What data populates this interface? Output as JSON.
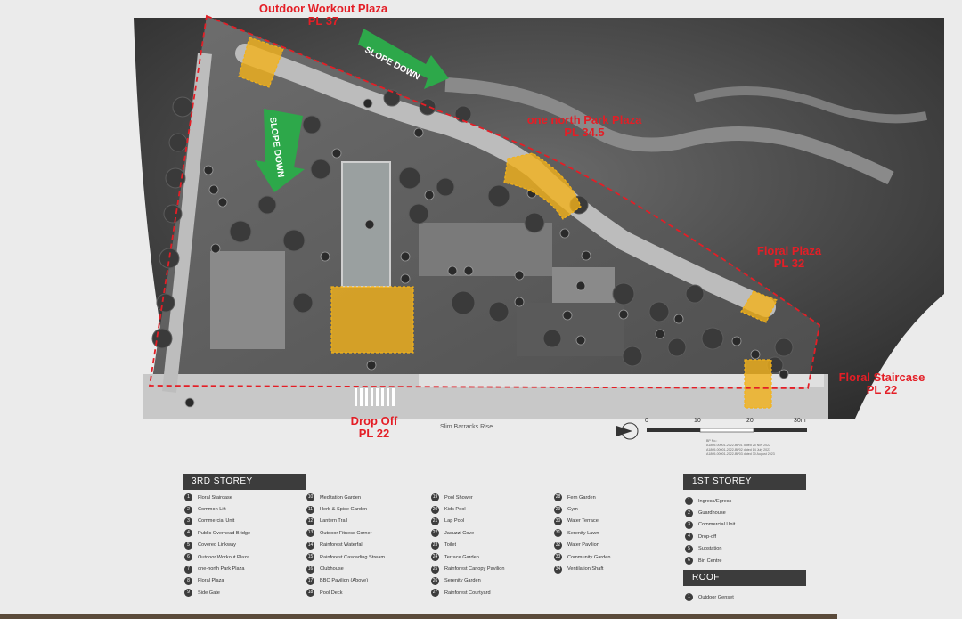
{
  "map": {
    "callouts": [
      {
        "name": "Outdoor Workout Plaza",
        "level": "PL 37"
      },
      {
        "name": "one north Park Plaza",
        "level": "PL 34.5"
      },
      {
        "name": "Floral Plaza",
        "level": "PL 32"
      },
      {
        "name": "Floral Staircase",
        "level": "PL 22"
      },
      {
        "name": "Drop Off",
        "level": "PL 22"
      }
    ],
    "slope_label_1": "SLOPE DOWN",
    "slope_label_2": "SLOPE DOWN",
    "street_name": "Slim Barracks Rise",
    "scale": {
      "ticks": [
        "0",
        "10",
        "20",
        "30m"
      ]
    },
    "revision_notes": [
      "BP No.:",
      "A1805-00001-2022-BP01 dated 25 Nov 2022",
      "A1805-00001-2022-BP02 dated 14 July 2023",
      "A1805-00001-2022-BP03 dated 30 August 2023"
    ]
  },
  "legend": {
    "third_storey": {
      "title": "3RD STOREY",
      "columns": [
        [
          {
            "n": "1",
            "label": "Floral Staircase"
          },
          {
            "n": "2",
            "label": "Common Lift"
          },
          {
            "n": "3",
            "label": "Commercial Unit"
          },
          {
            "n": "4",
            "label": "Public Overhead Bridge"
          },
          {
            "n": "5",
            "label": "Covered Linkway"
          },
          {
            "n": "6",
            "label": "Outdoor Workout Plaza"
          },
          {
            "n": "7",
            "label": "one-north Park Plaza"
          },
          {
            "n": "8",
            "label": "Floral Plaza"
          },
          {
            "n": "9",
            "label": "Side Gate"
          }
        ],
        [
          {
            "n": "10",
            "label": "Meditation Garden"
          },
          {
            "n": "11",
            "label": "Herb & Spice Garden"
          },
          {
            "n": "12",
            "label": "Lantern Trail"
          },
          {
            "n": "13",
            "label": "Outdoor Fitness Corner"
          },
          {
            "n": "14",
            "label": "Rainforest Waterfall"
          },
          {
            "n": "15",
            "label": "Rainforest Cascading Stream"
          },
          {
            "n": "16",
            "label": "Clubhouse"
          },
          {
            "n": "17",
            "label": "BBQ Pavilion (Above)"
          },
          {
            "n": "18",
            "label": "Pool Deck"
          }
        ],
        [
          {
            "n": "19",
            "label": "Pool Shower"
          },
          {
            "n": "20",
            "label": "Kids Pool"
          },
          {
            "n": "21",
            "label": "Lap Pool"
          },
          {
            "n": "22",
            "label": "Jacuzzi Cove"
          },
          {
            "n": "23",
            "label": "Toilet"
          },
          {
            "n": "24",
            "label": "Terrace Garden"
          },
          {
            "n": "25",
            "label": "Rainforest Canopy Pavilion"
          },
          {
            "n": "26",
            "label": "Serenity Garden"
          },
          {
            "n": "27",
            "label": "Rainforest Courtyard"
          }
        ],
        [
          {
            "n": "28",
            "label": "Fern Garden"
          },
          {
            "n": "29",
            "label": "Gym"
          },
          {
            "n": "30",
            "label": "Water Terrace"
          },
          {
            "n": "31",
            "label": "Serenity Lawn"
          },
          {
            "n": "32",
            "label": "Water Pavilion"
          },
          {
            "n": "33",
            "label": "Community Garden"
          },
          {
            "n": "34",
            "label": "Ventilation Shaft"
          }
        ]
      ]
    },
    "first_storey": {
      "title": "1ST STOREY",
      "items": [
        {
          "n": "1",
          "label": "Ingress/Egress"
        },
        {
          "n": "2",
          "label": "Guardhouse"
        },
        {
          "n": "3",
          "label": "Commercial Unit"
        },
        {
          "n": "4",
          "label": "Drop-off"
        },
        {
          "n": "5",
          "label": "Substation"
        },
        {
          "n": "6",
          "label": "Bin Centre"
        }
      ]
    },
    "roof": {
      "title": "ROOF",
      "items": [
        {
          "n": "1",
          "label": "Outdoor Genset"
        }
      ]
    }
  },
  "colors": {
    "boundary": "#e41e26",
    "highlight": "#f2b21a",
    "slope": "#2da84a",
    "legend_header": "#3c3c3c"
  }
}
